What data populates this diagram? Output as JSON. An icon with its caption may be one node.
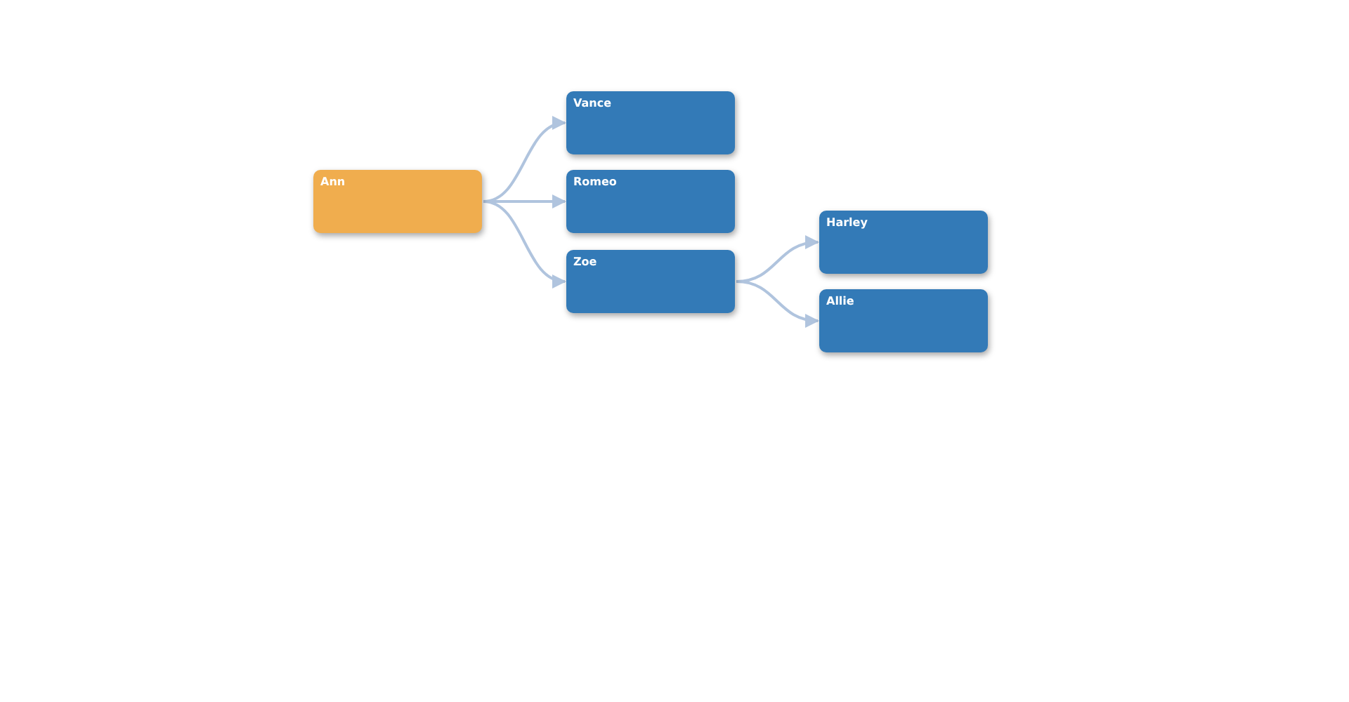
{
  "diagram": {
    "nodes": [
      {
        "text": [
          "Ann"
        ]
      },
      {
        "text": [
          "Vance"
        ]
      },
      {
        "text": [
          "Romeo"
        ]
      },
      {
        "text": [
          "Zoe"
        ]
      },
      {
        "text": [
          "Harley"
        ]
      },
      {
        "text": [
          "Allie"
        ]
      }
    ],
    "edges": [
      {
        "from": 0,
        "to": 1,
        "arrow": "to"
      },
      {
        "from": 0,
        "to": 2,
        "arrow": "to"
      },
      {
        "from": 0,
        "to": 3,
        "arrow": "to"
      },
      {
        "from": 3,
        "to": 4,
        "arrow": "to"
      },
      {
        "from": 3,
        "to": 5,
        "arrow": "to"
      }
    ]
  }
}
